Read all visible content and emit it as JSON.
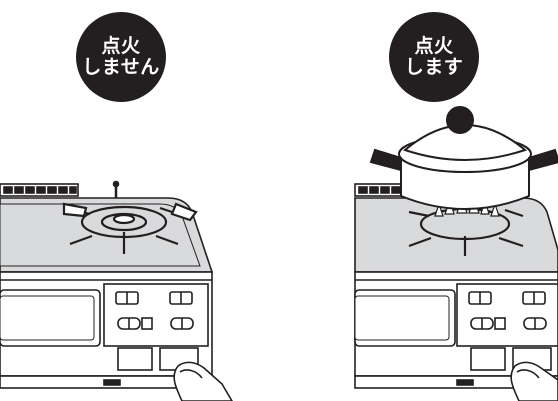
{
  "panels": [
    {
      "badge": {
        "line1": "点火",
        "line2": "しません"
      }
    },
    {
      "badge": {
        "line1": "点火",
        "line2": "します"
      }
    }
  ],
  "colors": {
    "ink": "#231f20",
    "background": "#ffffff",
    "stove_top": "#d9dadb",
    "line": "#231f20"
  },
  "icons": [
    "stove-icon",
    "pot-icon",
    "hand-icon",
    "flame-icon",
    "knob-icon"
  ]
}
